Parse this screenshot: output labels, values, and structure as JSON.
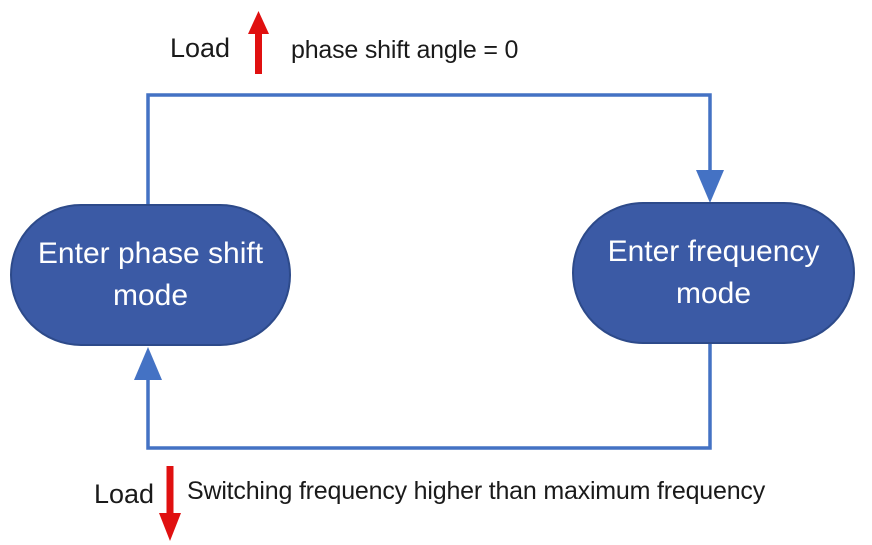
{
  "diagram": {
    "title": "mode transition state diagram",
    "labels": {
      "load_top": "Load",
      "top_condition": "phase shift angle = 0",
      "load_bottom": "Load",
      "bottom_condition": "Switching frequency higher than maximum frequency"
    },
    "nodes": {
      "phase_shift": {
        "label": "Enter phase shift mode"
      },
      "frequency": {
        "label": "Enter frequency mode"
      }
    },
    "transitions": [
      {
        "from": "phase_shift",
        "to": "frequency",
        "condition": "phase shift angle = 0",
        "load_direction": "up"
      },
      {
        "from": "frequency",
        "to": "phase_shift",
        "condition": "Switching frequency higher than maximum frequency",
        "load_direction": "down"
      }
    ],
    "colors": {
      "node_fill": "#3b5aa5",
      "node_border": "#2d4a8a",
      "node_text": "#ffffff",
      "connector": "#4472c4",
      "load_arrow": "#e01010",
      "label_text": "#1a1a1a",
      "background": "#ffffff"
    }
  }
}
